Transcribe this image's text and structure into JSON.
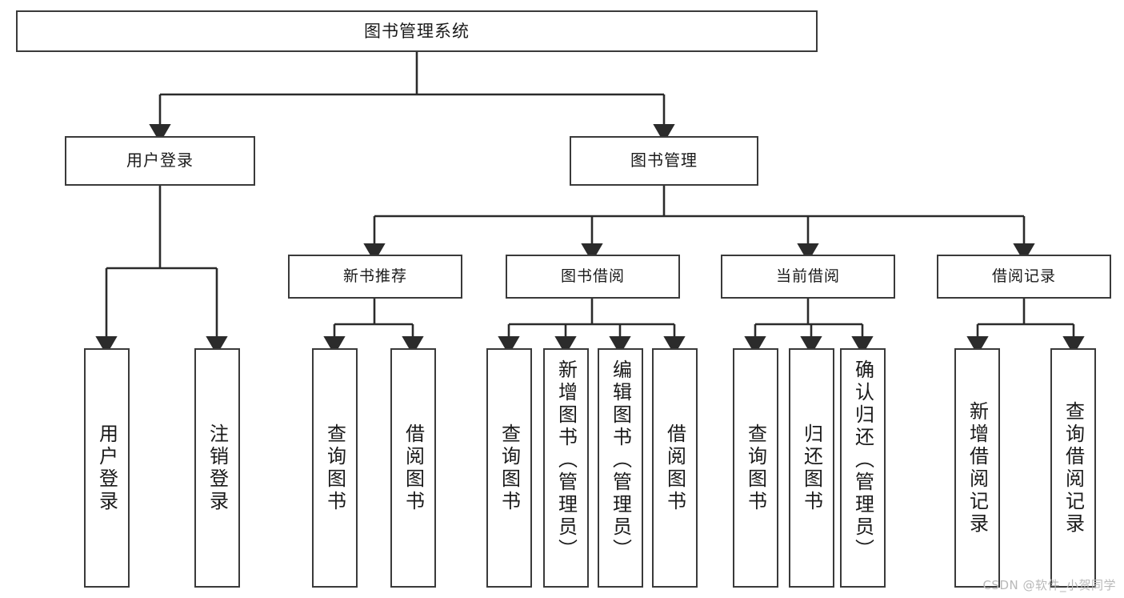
{
  "diagram": {
    "type": "tree-hierarchy",
    "title": "图书管理系统",
    "background": "#ffffff",
    "line_color": "#3a3a3a",
    "box_fill": "#ffffff"
  },
  "root": {
    "label": "图书管理系统"
  },
  "level1": [
    {
      "id": "user-login",
      "label": "用户登录"
    },
    {
      "id": "book-manage",
      "label": "图书管理"
    }
  ],
  "level2": [
    {
      "id": "new-book-recommend",
      "label": "新书推荐"
    },
    {
      "id": "book-borrow",
      "label": "图书借阅"
    },
    {
      "id": "current-borrow",
      "label": "当前借阅"
    },
    {
      "id": "borrow-record",
      "label": "借阅记录"
    }
  ],
  "leaves": {
    "user_login": [
      {
        "id": "leaf-user-login",
        "label": "用户登录"
      },
      {
        "id": "leaf-logout-login",
        "label": "注销登录"
      }
    ],
    "new_book_recommend": [
      {
        "id": "leaf-query-book-1",
        "label": "查询图书"
      },
      {
        "id": "leaf-borrow-book-1",
        "label": "借阅图书"
      }
    ],
    "book_borrow": [
      {
        "id": "leaf-query-book-2",
        "label": "查询图书"
      },
      {
        "id": "leaf-add-book",
        "label": "新增图书（管理员）"
      },
      {
        "id": "leaf-edit-book",
        "label": "编辑图书（管理员）"
      },
      {
        "id": "leaf-borrow-book-2",
        "label": "借阅图书"
      }
    ],
    "current_borrow": [
      {
        "id": "leaf-query-book-3",
        "label": "查询图书"
      },
      {
        "id": "leaf-return-book",
        "label": "归还图书"
      },
      {
        "id": "leaf-confirm-return",
        "label": "确认归还（管理员）"
      }
    ],
    "borrow_record": [
      {
        "id": "leaf-add-record",
        "label": "新增借阅记录"
      },
      {
        "id": "leaf-query-record",
        "label": "查询借阅记录"
      }
    ]
  },
  "watermark": {
    "text": "CSDN @软件_小贺同学"
  }
}
